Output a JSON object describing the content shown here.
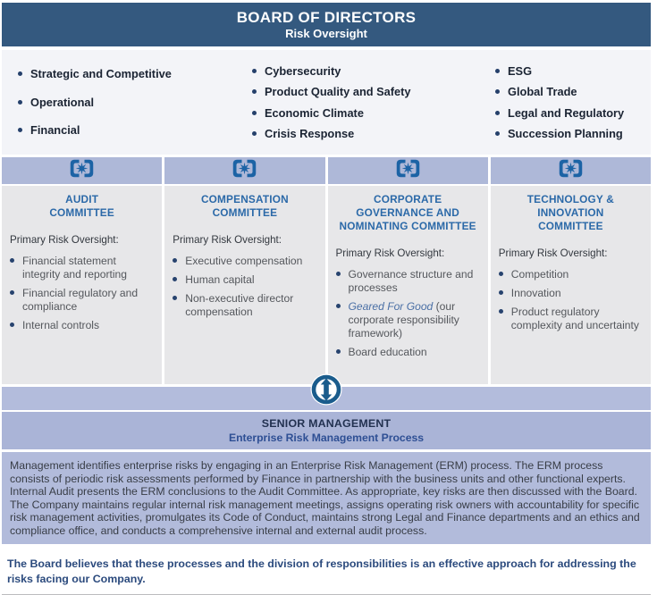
{
  "header": {
    "title": "BOARD OF DIRECTORS",
    "subtitle": "Risk Oversight"
  },
  "board": {
    "columns": [
      {
        "items": [
          "Strategic and Competitive",
          "Operational",
          "Financial"
        ]
      },
      {
        "items": [
          "Cybersecurity",
          "Product Quality and Safety",
          "Economic Climate",
          "Crisis Response"
        ]
      },
      {
        "items": [
          "ESG",
          "Global Trade",
          "Legal and Regulatory",
          "Succession Planning"
        ]
      }
    ]
  },
  "committees": {
    "oversight_label": "Primary Risk Oversight:",
    "items": [
      {
        "title": "AUDIT\nCOMMITTEE",
        "bullets": [
          {
            "text": "Financial statement integrity and reporting"
          },
          {
            "text": "Financial regulatory and compliance"
          },
          {
            "text": "Internal controls"
          }
        ]
      },
      {
        "title": "COMPENSATION\nCOMMITTEE",
        "bullets": [
          {
            "text": "Executive compensation"
          },
          {
            "text": "Human capital"
          },
          {
            "text": "Non-executive director compensation"
          }
        ]
      },
      {
        "title": "CORPORATE\nGOVERNANCE AND\nNOMINATING COMMITTEE",
        "bullets": [
          {
            "text": "Governance structure and processes"
          },
          {
            "em": "Geared For Good",
            "text": " (our corporate responsibility framework)"
          },
          {
            "text": "Board education"
          }
        ]
      },
      {
        "title": "TECHNOLOGY &\nINNOVATION\nCOMMITTEE",
        "bullets": [
          {
            "text": "Competition"
          },
          {
            "text": "Innovation"
          },
          {
            "text": "Product regulatory complexity and uncertainty"
          }
        ]
      }
    ]
  },
  "senior": {
    "title": "SENIOR MANAGEMENT",
    "subtitle": "Enterprise Risk Management Process"
  },
  "erm": {
    "paragraph": "Management identifies enterprise risks by engaging in an Enterprise Risk Management (ERM) process. The ERM process consists of periodic risk assessments performed by Finance in partnership with the business units and other functional experts. Internal Audit presents the ERM conclusions to the Audit Committee. As appropriate, key risks are then discussed with the Board. The Company maintains regular internal risk management meetings, assigns operating risk owners with accountability for specific risk management activities, promulgates its Code of Conduct, maintains strong Legal and Finance departments and an ethics and compliance office, and conducts a comprehensive internal and external audit process."
  },
  "closing": {
    "text": "The Board believes that these processes and the division of responsibilities is an effective approach for addressing the risks facing our Company."
  },
  "icons": {
    "committee_icon": "polaris-star-icon",
    "flow_icon": "bidirectional-arrow-icon"
  },
  "colors": {
    "header_bg": "#34597f",
    "risk_band_bg": "#f3f4f8",
    "lavender_band": "#aeb8d8",
    "committee_panel_bg": "#e7e7e9",
    "committee_title_blue": "#2b69a8",
    "bullet_navy": "#25406b",
    "body_gray_text": "#54575c",
    "star_icon_blue": "#1c63a5",
    "arrow_icon_blue": "#1a5c8c",
    "senior_subtitle_blue": "#2e4f94",
    "erm_band_bg": "#b2bbdb",
    "closing_navy": "#2b4a7d",
    "geared_for_good_blue": "#4a6fa5"
  }
}
